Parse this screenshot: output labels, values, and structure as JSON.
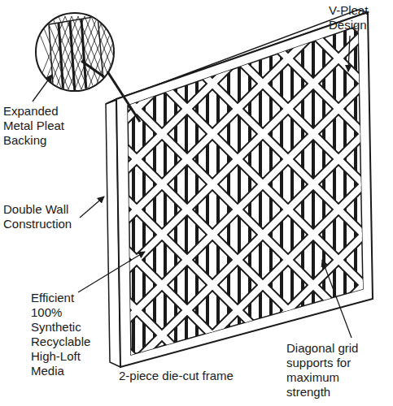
{
  "diagram": {
    "labels": [
      "V-Pleat Design",
      "Expanded Metal Pleat Backing",
      "Double Wall Construction",
      "Efficient 100% Synthetic Recyclable High-Loft Media",
      "2-piece die-cut frame",
      "Diagonal grid supports for maximum strength"
    ]
  }
}
